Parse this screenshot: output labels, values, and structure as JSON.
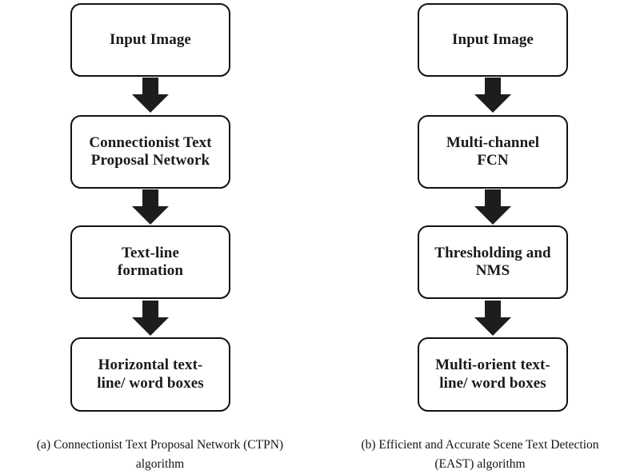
{
  "figure": {
    "type": "flowchart",
    "orientation": "vertical",
    "columns": 2,
    "colors": {
      "background": "#ffffff",
      "stroke": "#111111",
      "arrow_fill": "#1d1d1d",
      "text": "#141414"
    },
    "panels": [
      {
        "id": "panel-a",
        "caption_line1": "(a) Connectionist Text Proposal Network (CTPN)",
        "caption_line2": "algorithm",
        "nodes": [
          {
            "id": "a-node-1",
            "label": "Input Image"
          },
          {
            "id": "a-node-2",
            "label": "Connectionist Text\nProposal Network"
          },
          {
            "id": "a-node-3",
            "label": "Text-line\nformation"
          },
          {
            "id": "a-node-4",
            "label": "Horizontal text-\nline/ word boxes"
          }
        ],
        "connectors": [
          {
            "id": "a-arrow-1",
            "icon": "down-block-arrow-icon",
            "from": "a-node-1",
            "to": "a-node-2"
          },
          {
            "id": "a-arrow-2",
            "icon": "down-block-arrow-icon",
            "from": "a-node-2",
            "to": "a-node-3"
          },
          {
            "id": "a-arrow-3",
            "icon": "down-block-arrow-icon",
            "from": "a-node-3",
            "to": "a-node-4"
          }
        ]
      },
      {
        "id": "panel-b",
        "caption_line1": "(b) Efficient and Accurate Scene Text Detection",
        "caption_line2": "(EAST) algorithm",
        "nodes": [
          {
            "id": "b-node-1",
            "label": "Input Image"
          },
          {
            "id": "b-node-2",
            "label": "Multi-channel\nFCN"
          },
          {
            "id": "b-node-3",
            "label": "Thresholding and\nNMS"
          },
          {
            "id": "b-node-4",
            "label": "Multi-orient text-\nline/ word boxes"
          }
        ],
        "connectors": [
          {
            "id": "b-arrow-1",
            "icon": "down-block-arrow-icon",
            "from": "b-node-1",
            "to": "b-node-2"
          },
          {
            "id": "b-arrow-2",
            "icon": "down-block-arrow-icon",
            "from": "b-node-2",
            "to": "b-node-3"
          },
          {
            "id": "b-arrow-3",
            "icon": "down-block-arrow-icon",
            "from": "b-node-3",
            "to": "b-node-4"
          }
        ]
      }
    ]
  }
}
